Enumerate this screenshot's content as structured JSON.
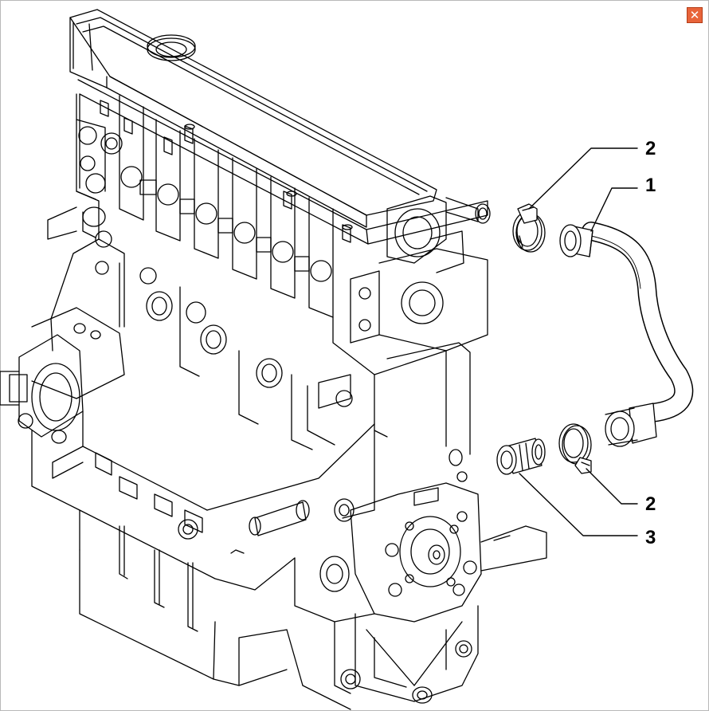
{
  "window": {
    "close_icon": "close-x-icon",
    "close_glyph": "✕",
    "close_color": "#e8643a"
  },
  "callouts": [
    {
      "label": "2",
      "part": "hose-clamp-upper"
    },
    {
      "label": "1",
      "part": "coolant-hose"
    },
    {
      "label": "2",
      "part": "hose-clamp-lower"
    },
    {
      "label": "3",
      "part": "pipe-fitting"
    }
  ],
  "colors": {
    "line": "#000000",
    "background": "#ffffff"
  }
}
